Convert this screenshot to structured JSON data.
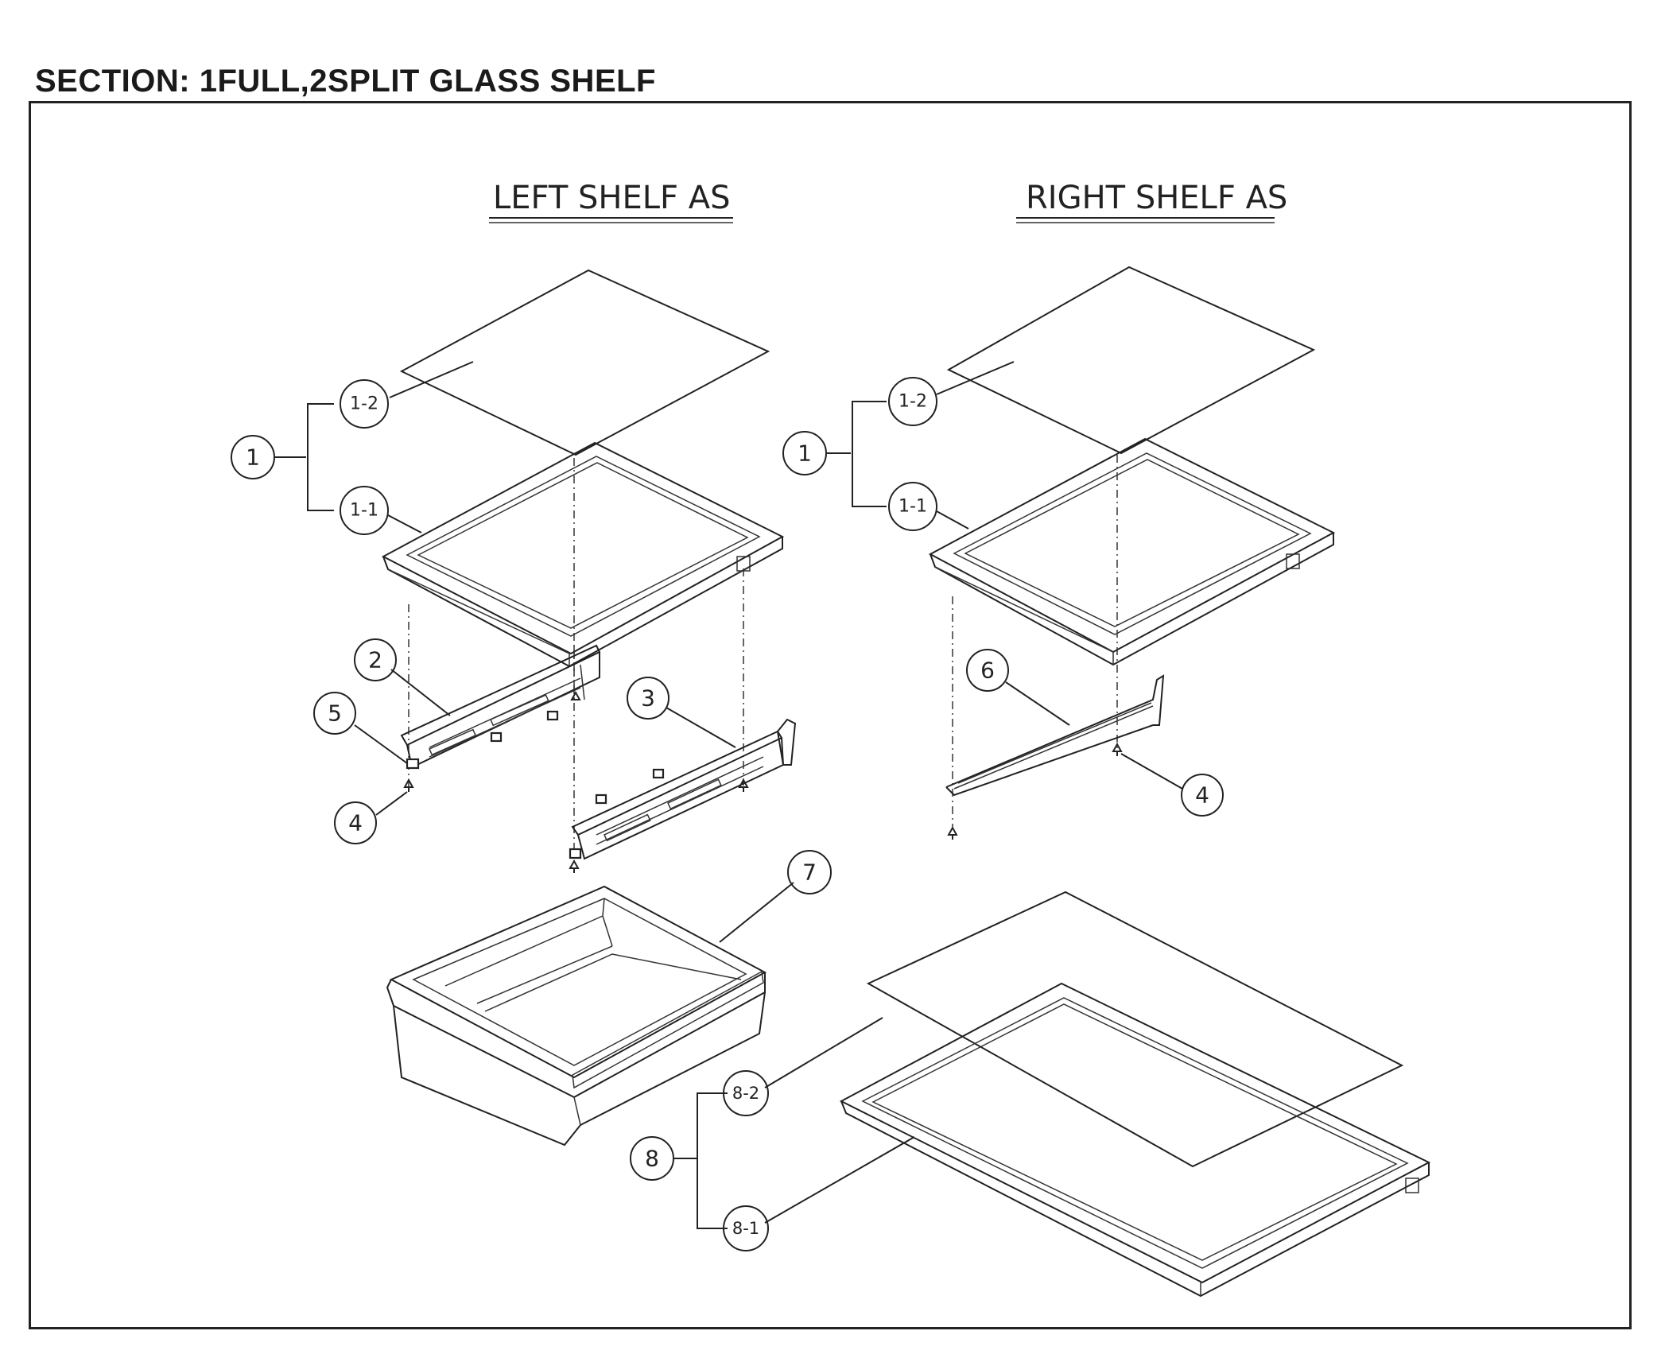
{
  "section_title": "SECTION: 1FULL,2SPLIT GLASS SHELF",
  "subtitles": {
    "left": "LEFT SHELF AS",
    "right": "RIGHT SHELF AS"
  },
  "callouts": {
    "left_1": "1",
    "left_1_2": "1-2",
    "left_1_1": "1-1",
    "left_2": "2",
    "left_3": "3",
    "left_4": "4",
    "left_5": "5",
    "right_1": "1",
    "right_1_2": "1-2",
    "right_1_1": "1-1",
    "right_6": "6",
    "right_4": "4",
    "drawer_7": "7",
    "full_8": "8",
    "full_8_2": "8-2",
    "full_8_1": "8-1"
  }
}
